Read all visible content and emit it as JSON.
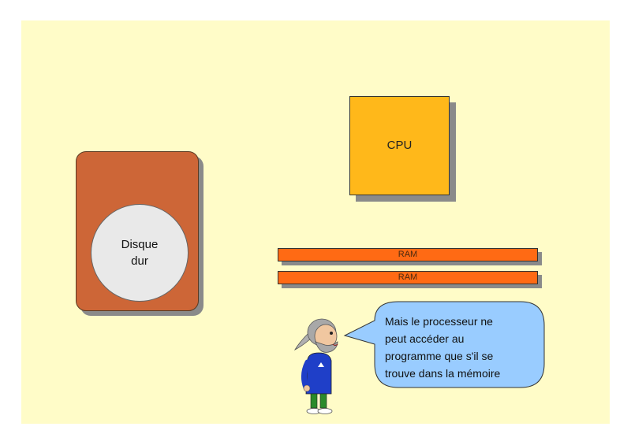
{
  "disk": {
    "label_line1": "Disque",
    "label_line2": "dur"
  },
  "cpu": {
    "label": "CPU"
  },
  "ram": [
    {
      "label": "RAM"
    },
    {
      "label": "RAM"
    }
  ],
  "speech": {
    "line1": "Mais le processeur ne",
    "line2": "peut accéder au",
    "line3": "programme que s'il se",
    "line4": "trouve dans la mémoire"
  },
  "colors": {
    "slide_background": "#fffcc8",
    "disk": "#cd6637",
    "platter": "#e9e9e9",
    "cpu": "#ffb81a",
    "ram": "#ff6a14",
    "bubble": "#99ccff"
  },
  "icons": {
    "character": "cartoon-presenter-icon"
  }
}
